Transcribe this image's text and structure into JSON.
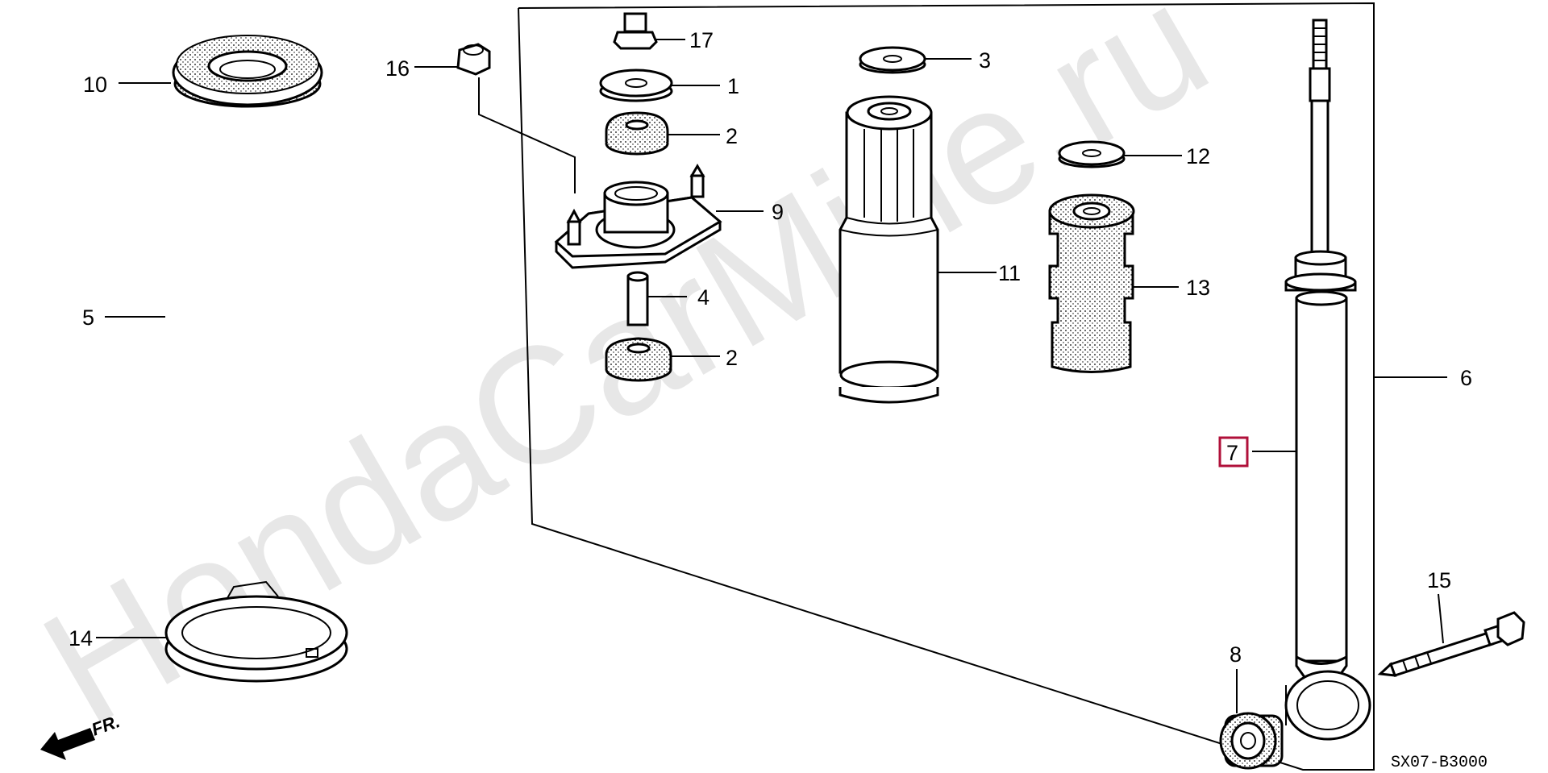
{
  "watermark": "HondaCarMine.ru",
  "diagram_code": "SX07-B3000",
  "direction_label": "FR.",
  "highlighted_part": "7",
  "parts": {
    "p1": "1",
    "p2a": "2",
    "p2b": "2",
    "p3": "3",
    "p4": "4",
    "p5": "5",
    "p6": "6",
    "p7": "7",
    "p8": "8",
    "p9": "9",
    "p10": "10",
    "p11": "11",
    "p12": "12",
    "p13": "13",
    "p14": "14",
    "p15": "15",
    "p16": "16",
    "p17": "17"
  },
  "colors": {
    "highlight": "#b0103a",
    "watermark": "#e7e7e7",
    "line": "#000000"
  }
}
